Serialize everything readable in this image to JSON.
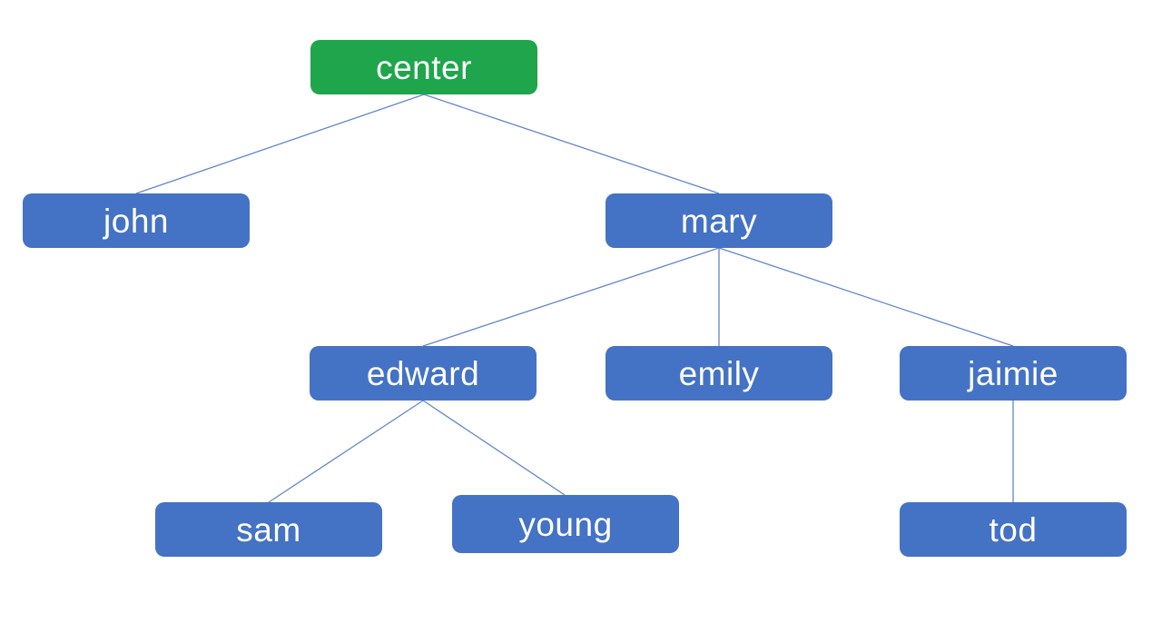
{
  "diagram": {
    "type": "tree",
    "root_id": "center",
    "colors": {
      "root_node_fill": "#1fa54c",
      "node_fill": "#4472c4",
      "connector_stroke": "#6384cf",
      "label_text": "#ffffff",
      "background": "#ffffff"
    },
    "nodes": [
      {
        "id": "center",
        "label": "center",
        "parent": null,
        "level": 0
      },
      {
        "id": "john",
        "label": "john",
        "parent": "center",
        "level": 1
      },
      {
        "id": "mary",
        "label": "mary",
        "parent": "center",
        "level": 1
      },
      {
        "id": "edward",
        "label": "edward",
        "parent": "mary",
        "level": 2
      },
      {
        "id": "emily",
        "label": "emily",
        "parent": "mary",
        "level": 2
      },
      {
        "id": "jaimie",
        "label": "jaimie",
        "parent": "mary",
        "level": 2
      },
      {
        "id": "sam",
        "label": "sam",
        "parent": "edward",
        "level": 3
      },
      {
        "id": "young",
        "label": "young",
        "parent": "edward",
        "level": 3
      },
      {
        "id": "tod",
        "label": "tod",
        "parent": "jaimie",
        "level": 3
      }
    ],
    "edges": [
      {
        "from": "center",
        "to": "john"
      },
      {
        "from": "center",
        "to": "mary"
      },
      {
        "from": "mary",
        "to": "edward"
      },
      {
        "from": "mary",
        "to": "emily"
      },
      {
        "from": "mary",
        "to": "jaimie"
      },
      {
        "from": "edward",
        "to": "sam"
      },
      {
        "from": "edward",
        "to": "young"
      },
      {
        "from": "jaimie",
        "to": "tod"
      }
    ]
  }
}
